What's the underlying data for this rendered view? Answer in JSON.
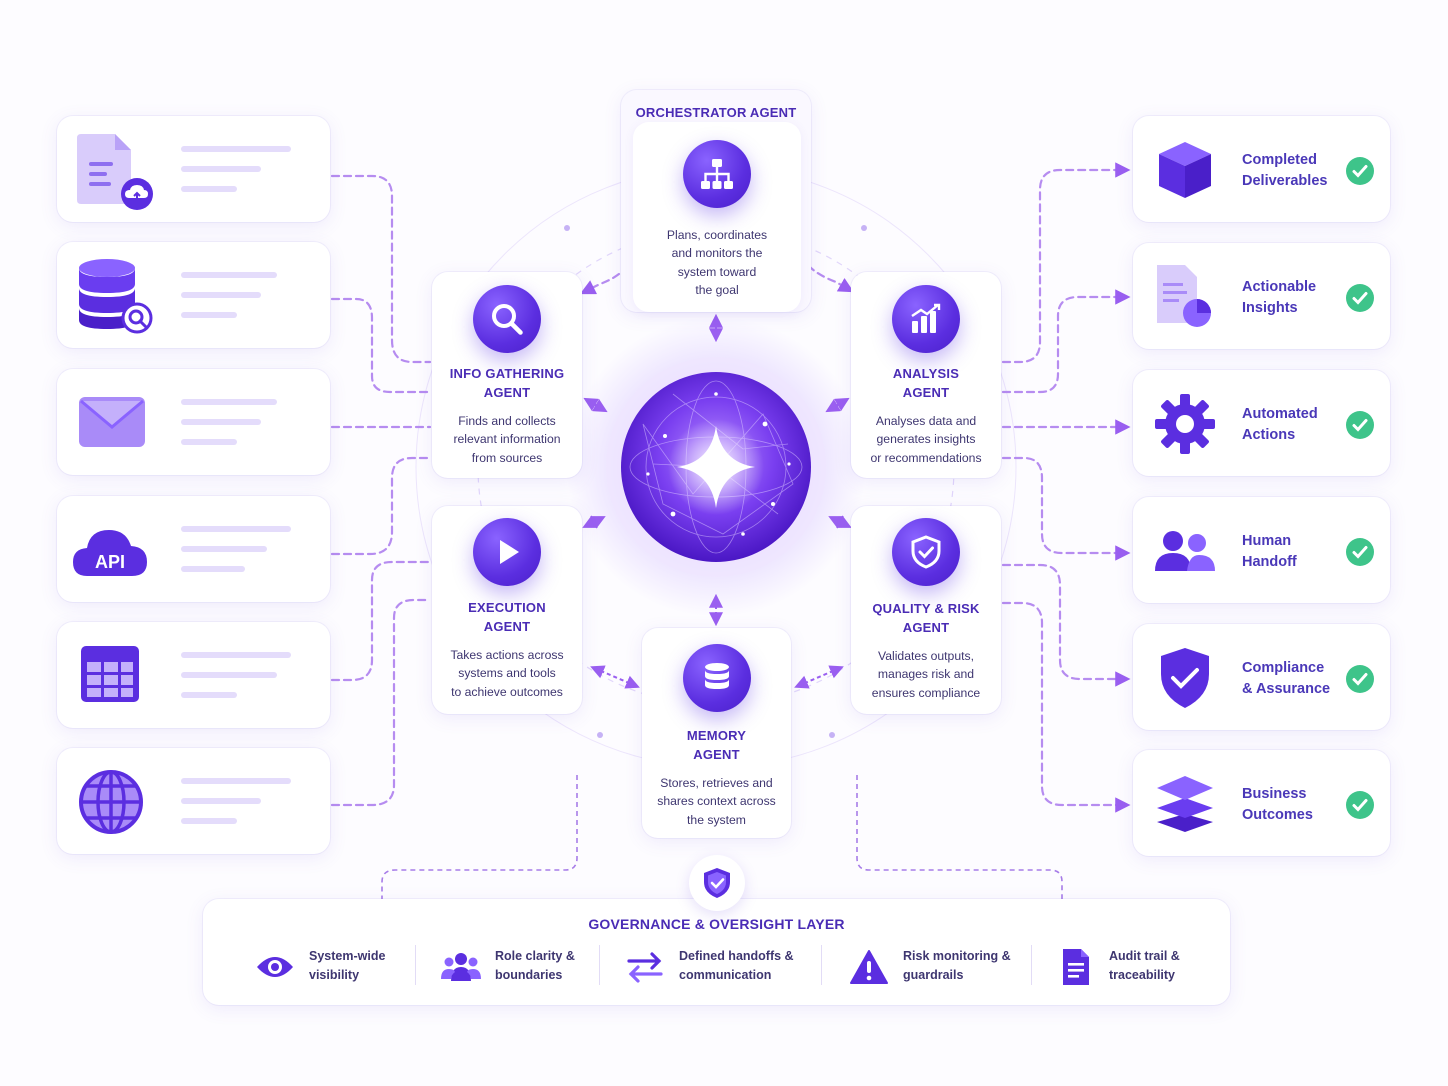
{
  "sources": [
    {
      "icon": "document-cloud-icon"
    },
    {
      "icon": "database-search-icon"
    },
    {
      "icon": "envelope-icon"
    },
    {
      "icon": "api-cloud-icon",
      "badge": "API"
    },
    {
      "icon": "spreadsheet-icon"
    },
    {
      "icon": "globe-icon"
    }
  ],
  "agents": {
    "orchestrator": {
      "title": "ORCHESTRATOR AGENT",
      "desc": [
        "Plans, coordinates",
        "and monitors the",
        "system toward",
        "the goal"
      ],
      "icon": "hierarchy-icon"
    },
    "info": {
      "title": [
        "INFO GATHERING",
        "AGENT"
      ],
      "desc": [
        "Finds and collects",
        "relevant information",
        "from sources"
      ],
      "icon": "search-icon"
    },
    "analysis": {
      "title": [
        "ANALYSIS",
        "AGENT"
      ],
      "desc": [
        "Analyses data and",
        "generates insights",
        "or recommendations"
      ],
      "icon": "bar-chart-icon"
    },
    "execution": {
      "title": [
        "EXECUTION",
        "AGENT"
      ],
      "desc": [
        "Takes actions across",
        "systems and tools",
        "to achieve outcomes"
      ],
      "icon": "play-icon"
    },
    "quality": {
      "title": [
        "QUALITY & RISK",
        "AGENT"
      ],
      "desc": [
        "Validates outputs,",
        "manages risk and",
        "ensures compliance"
      ],
      "icon": "shield-check-icon"
    },
    "memory": {
      "title": [
        "MEMORY",
        "AGENT"
      ],
      "desc": [
        "Stores, retrieves and",
        "shares context across",
        "the system"
      ],
      "icon": "database-icon"
    }
  },
  "core": {
    "icon": "sparkle-orb-icon"
  },
  "outcomes": [
    {
      "label": [
        "Completed",
        "Deliverables"
      ],
      "icon": "cube-icon"
    },
    {
      "label": [
        "Actionable",
        "Insights"
      ],
      "icon": "report-pie-icon"
    },
    {
      "label": [
        "Automated",
        "Actions"
      ],
      "icon": "gear-icon"
    },
    {
      "label": [
        "Human",
        "Handoff"
      ],
      "icon": "people-icon"
    },
    {
      "label": [
        "Compliance",
        "& Assurance"
      ],
      "icon": "shield-check-icon"
    },
    {
      "label": [
        "Business",
        "Outcomes"
      ],
      "icon": "layers-icon"
    }
  ],
  "governance": {
    "title": "GOVERNANCE & OVERSIGHT LAYER",
    "badge_icon": "shield-check-icon",
    "items": [
      {
        "label": [
          "System-wide",
          "visibility"
        ],
        "icon": "eye-icon"
      },
      {
        "label": [
          "Role clarity &",
          "boundaries"
        ],
        "icon": "team-icon"
      },
      {
        "label": [
          "Defined handoffs &",
          "communication"
        ],
        "icon": "swap-arrows-icon"
      },
      {
        "label": [
          "Risk monitoring &",
          "guardrails"
        ],
        "icon": "warning-icon"
      },
      {
        "label": [
          "Audit trail &",
          "traceability"
        ],
        "icon": "document-icon"
      }
    ]
  },
  "colors": {
    "accent": "#5b2ee0",
    "accent_light": "#8a63ff",
    "check": "#3ec48a",
    "line": "#b68cf0",
    "title": "#4a2cb5"
  }
}
